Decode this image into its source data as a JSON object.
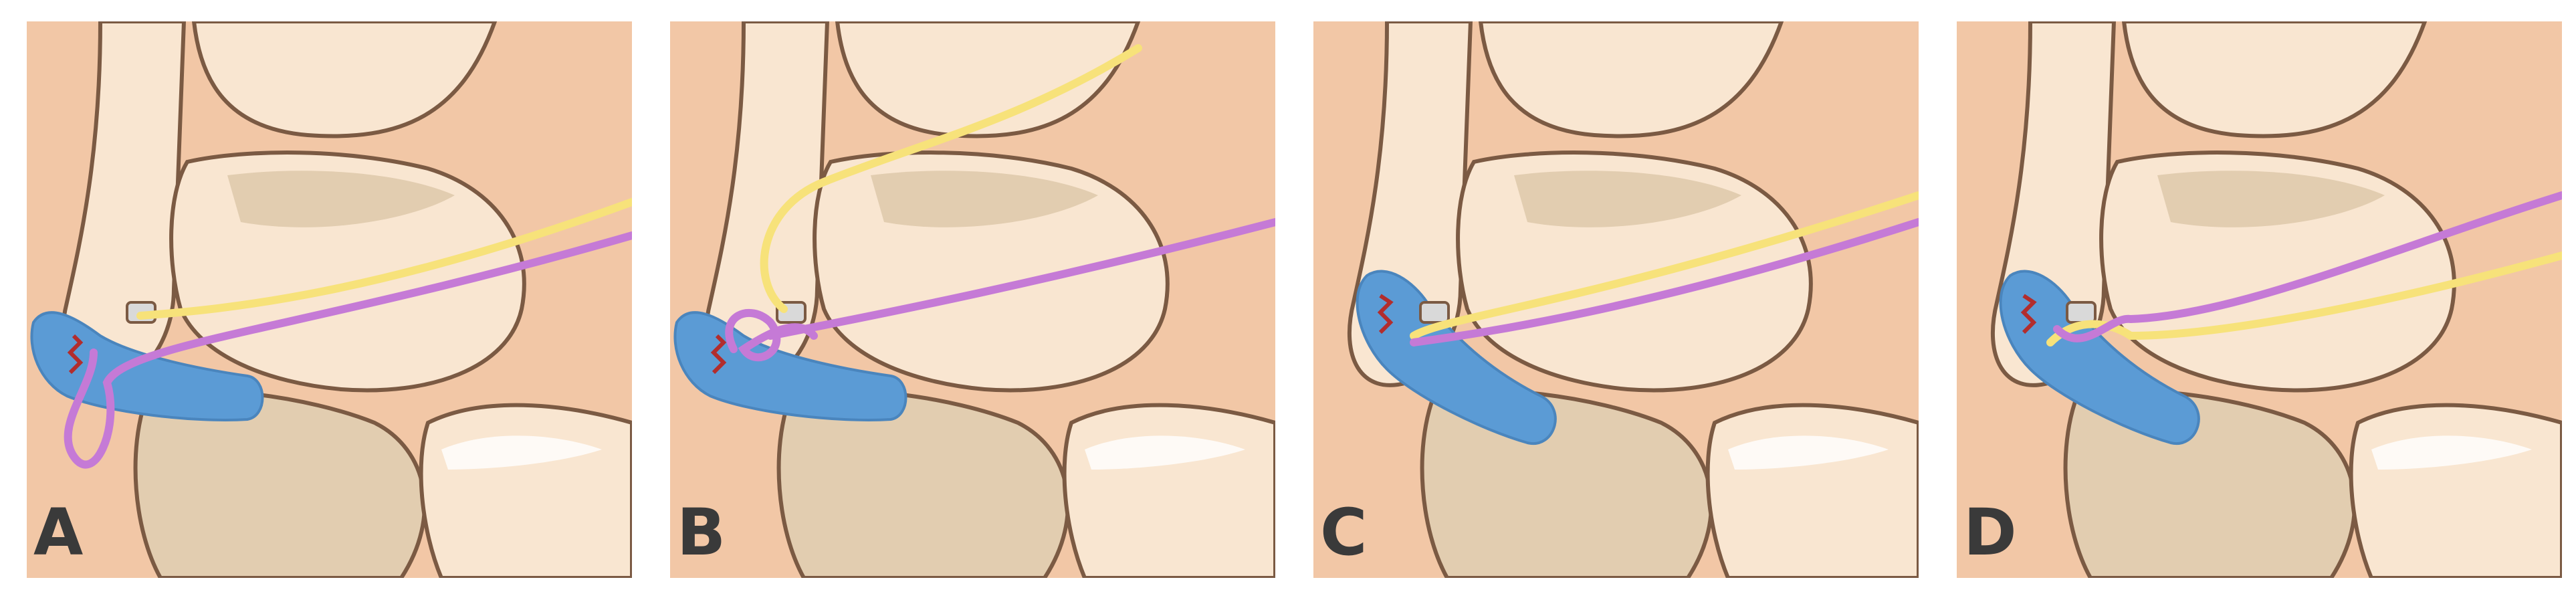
{
  "panels": [
    {
      "label": "A",
      "stage": "loop"
    },
    {
      "label": "B",
      "stage": "knot"
    },
    {
      "label": "C",
      "stage": "anchored"
    },
    {
      "label": "D",
      "stage": "crossed"
    }
  ],
  "colors": {
    "background": "#ffffff",
    "skin": "#f2c7a6",
    "bone": "#f9e6d1",
    "bone_shade": "#e2cdb0",
    "outline": "#7b5a43",
    "tendon": "#5b9bd5",
    "suture_yellow": "#f7e27a",
    "suture_purple": "#c57ad6",
    "repair": "#b22d2d",
    "anchor": "#d9d9d9",
    "label": "#3a3a3a"
  }
}
